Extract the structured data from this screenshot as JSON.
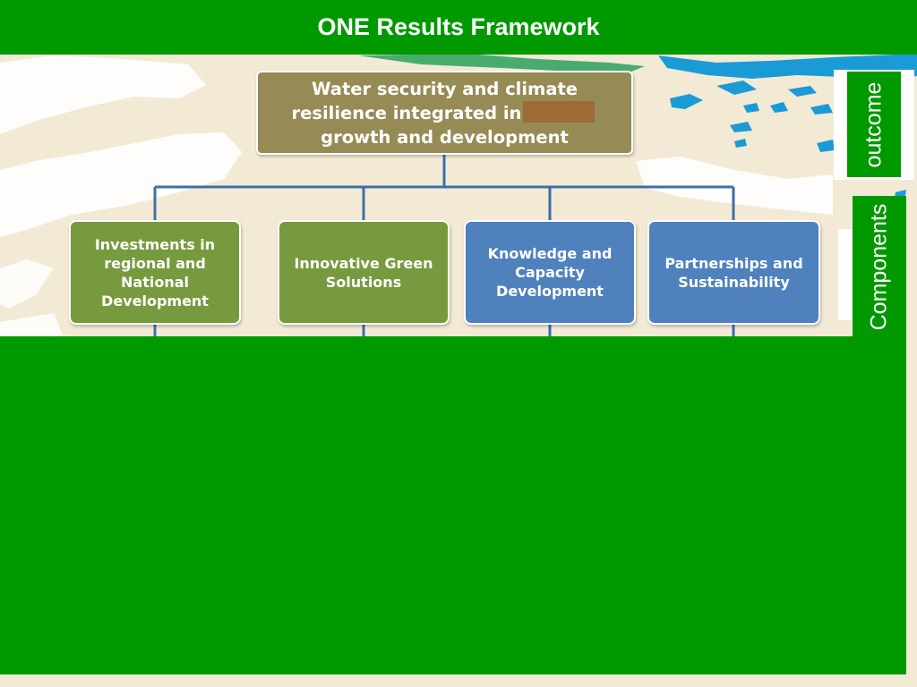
{
  "title": "ONE Results Framework",
  "outcome": {
    "label": "outcome",
    "text_before": "Water security and climate resilience integrated in",
    "text_after": "growth and development"
  },
  "components": {
    "label": "Components",
    "items": [
      {
        "text": "Investments in regional  and National Development",
        "color": "#779a3e"
      },
      {
        "text": "Innovative Green Solutions",
        "color": "#779a3e"
      },
      {
        "text": "Knowledge and Capacity Development",
        "color": "#4f81bd"
      },
      {
        "text": "Partnerships and Sustainability",
        "color": "#4f81bd"
      }
    ]
  },
  "colors": {
    "title_bar": "#009900",
    "outcome_box": "#968b55",
    "connector": "#3f6ea8",
    "water": "#1a9bd6"
  }
}
